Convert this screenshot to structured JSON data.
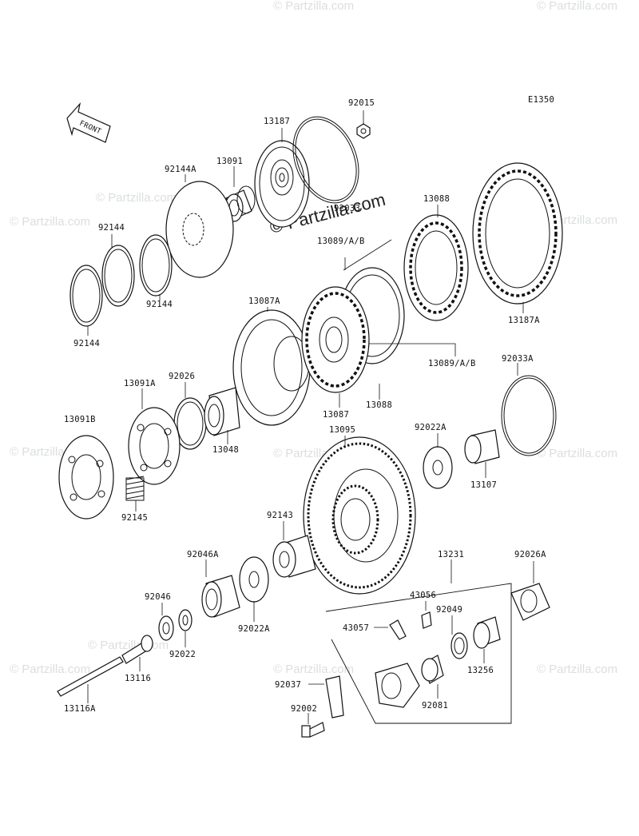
{
  "diagram": {
    "code": "E1350",
    "front_label": "FRONT",
    "watermark": "© Partzilla.com",
    "watermark_small": "© Partzilla.com",
    "part_labels": {
      "p92015": "92015",
      "p13187": "13187",
      "p13091": "13091",
      "p92144A": "92144A",
      "p92144_a": "92144",
      "p92144_b": "92144",
      "p92144_c": "92144",
      "p92033": "92033",
      "p13088_top": "13088",
      "p13089_top": "13089/A/B",
      "p13087A": "13087A",
      "p13187A": "13187A",
      "p13089_bot": "13089/A/B",
      "p92026": "92026",
      "p13091A": "13091A",
      "p13087": "13087",
      "p13088_bot": "13088",
      "p92033A": "92033A",
      "p13091B": "13091B",
      "p13048": "13048",
      "p13095": "13095",
      "p92022A_top": "92022A",
      "p13107": "13107",
      "p92145": "92145",
      "p92143": "92143",
      "p92046A": "92046A",
      "p13231": "13231",
      "p92026A": "92026A",
      "p92046": "92046",
      "p43056": "43056",
      "p43057": "43057",
      "p92049": "92049",
      "p92022": "92022",
      "p92022A_bot": "92022A",
      "p13256": "13256",
      "p13116": "13116",
      "p92037": "92037",
      "p92081": "92081",
      "p13116A": "13116A",
      "p92002": "92002"
    }
  }
}
